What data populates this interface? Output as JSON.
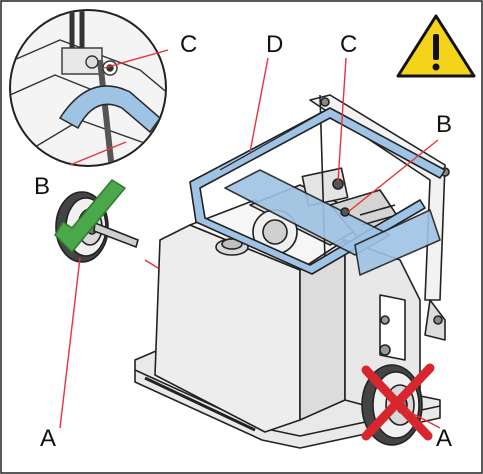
{
  "labels": {
    "top_c": "C",
    "top_d": "D",
    "mid_c": "C",
    "right_b": "B",
    "left_b": "B",
    "bottom_left_a": "A",
    "bottom_right_a": "A"
  },
  "icons": {
    "warning": "warning-triangle-icon",
    "correct": "checkmark-icon",
    "incorrect": "cross-icon"
  },
  "colors": {
    "pointer_line": "#e8323c",
    "highlight_blue": "#9ec3e4",
    "check_green": "#4aa84a",
    "cross_red": "#d8262e",
    "warning_yellow": "#f6d31b"
  }
}
